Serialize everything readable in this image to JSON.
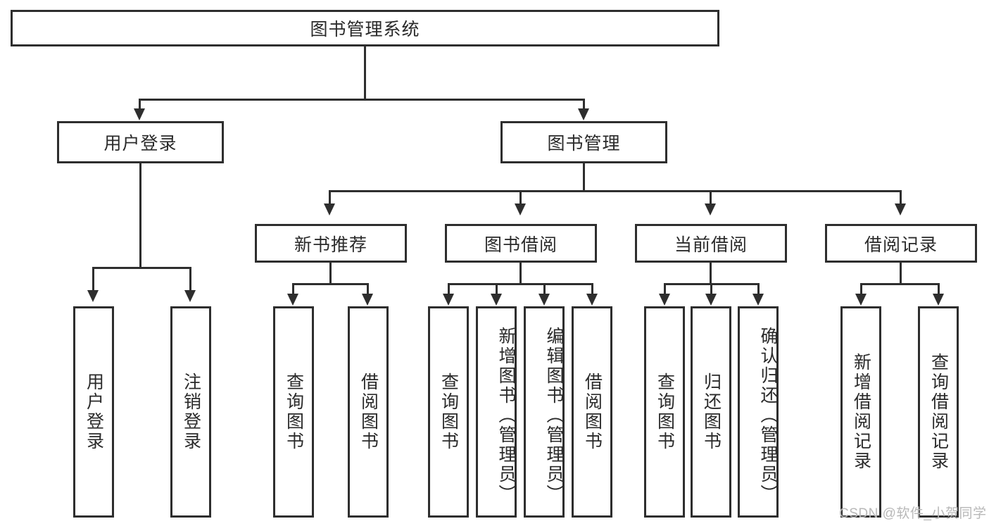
{
  "diagram": {
    "type": "tree-hierarchy-chart",
    "title_text": "图书管理系统",
    "root": {
      "label": "图书管理系统"
    },
    "level2": [
      {
        "label": "用户登录"
      },
      {
        "label": "图书管理"
      }
    ],
    "level3": [
      {
        "label": "新书推荐"
      },
      {
        "label": "图书借阅"
      },
      {
        "label": "当前借阅"
      },
      {
        "label": "借阅记录"
      }
    ],
    "leaves": {
      "user_login": [
        {
          "label": "用户登录"
        },
        {
          "label": "注销登录"
        }
      ],
      "new_book_recommend": [
        {
          "label": "查询图书"
        },
        {
          "label": "借阅图书"
        }
      ],
      "book_borrow": [
        {
          "label": "查询图书"
        },
        {
          "label": "新增图书（管理员）"
        },
        {
          "label": "编辑图书（管理员）"
        },
        {
          "label": "借阅图书"
        }
      ],
      "current_borrow": [
        {
          "label": "查询图书"
        },
        {
          "label": "归还图书"
        },
        {
          "label": "确认归还（管理员）"
        }
      ],
      "borrow_record": [
        {
          "label": "新增借阅记录"
        },
        {
          "label": "查询借阅记录"
        }
      ]
    }
  },
  "watermark": {
    "text": "CSDN @软件_小贺同学"
  },
  "colors": {
    "stroke": "#2e2e2e",
    "text": "#2a2a2a",
    "background": "#ffffff",
    "watermark": "#b8b8b8"
  }
}
